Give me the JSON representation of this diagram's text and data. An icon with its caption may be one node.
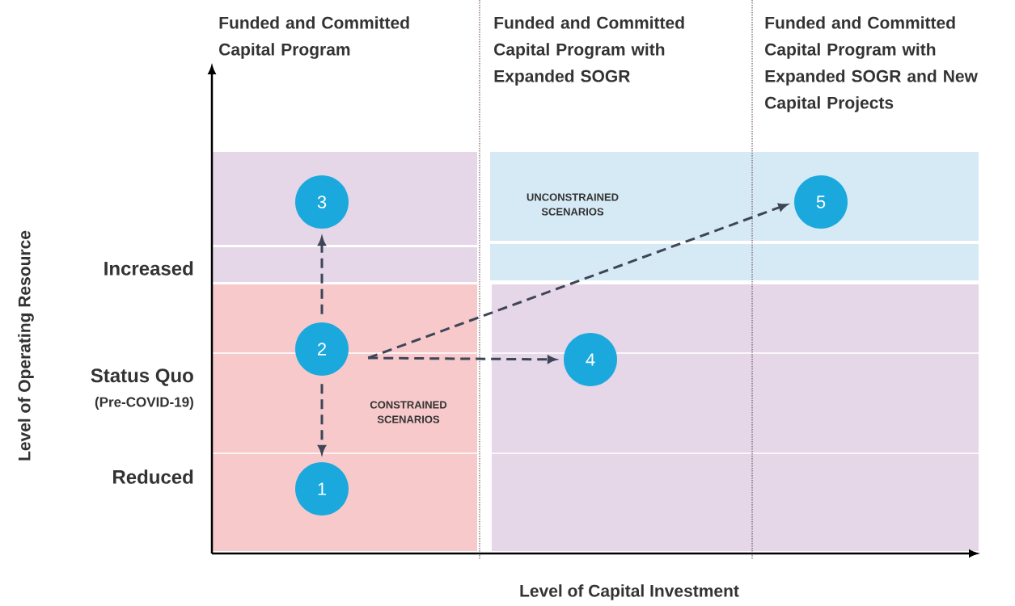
{
  "diagram": {
    "nodes": [
      {
        "text": [
          "1"
        ]
      },
      {
        "text": [
          "2"
        ]
      },
      {
        "text": [
          "3"
        ]
      },
      {
        "text": [
          "4"
        ]
      },
      {
        "text": [
          "5"
        ]
      }
    ],
    "edges": [
      {
        "from": 1,
        "to": 2,
        "arrow": "to",
        "style": "dashed"
      },
      {
        "from": 1,
        "to": 0,
        "arrow": "to",
        "style": "dashed"
      },
      {
        "from": 1,
        "to": 3,
        "arrow": "to",
        "style": "dashed"
      },
      {
        "from": 1,
        "to": 4,
        "arrow": "to",
        "style": "dashed"
      }
    ],
    "labels": [
      "Funded and Committed Capital Program",
      "Funded and Committed Capital Program with Expanded SOGR",
      "Funded and Committed Capital Program with Expanded SOGR and New Capital Projects",
      "UNCONSTRAINED SCENARIOS",
      "Increased",
      "Status Quo",
      "(Pre-COVID-19)",
      "CONSTRAINED SCENARIOS",
      "Reduced",
      "Level of Operating Resource",
      "Level of Capital Investment"
    ]
  }
}
